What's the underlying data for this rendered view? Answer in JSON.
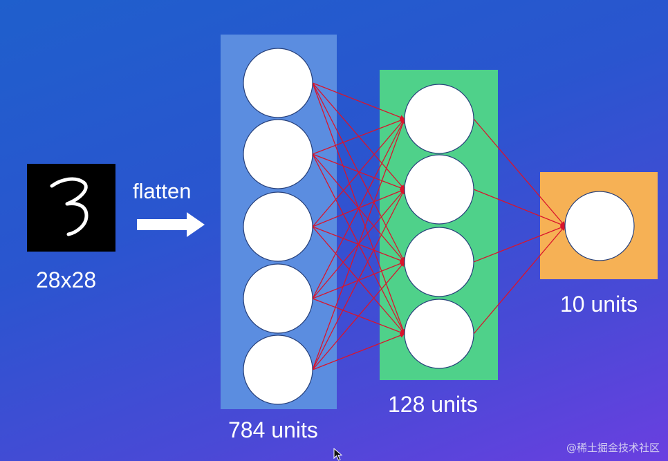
{
  "input": {
    "label": "28x28"
  },
  "flatten": {
    "label": "flatten"
  },
  "layers": [
    {
      "label": "784 units",
      "color": "#5b8de0",
      "visible_nodes": 5
    },
    {
      "label": "128 units",
      "color": "#4fd18a",
      "visible_nodes": 4
    },
    {
      "label": "10 units",
      "color": "#f6b155",
      "visible_nodes": 1
    }
  ],
  "connection_color": "#d9142c",
  "node_fill": "#ffffff",
  "node_stroke": "#27407a",
  "watermark": "@稀土掘金技术社区"
}
